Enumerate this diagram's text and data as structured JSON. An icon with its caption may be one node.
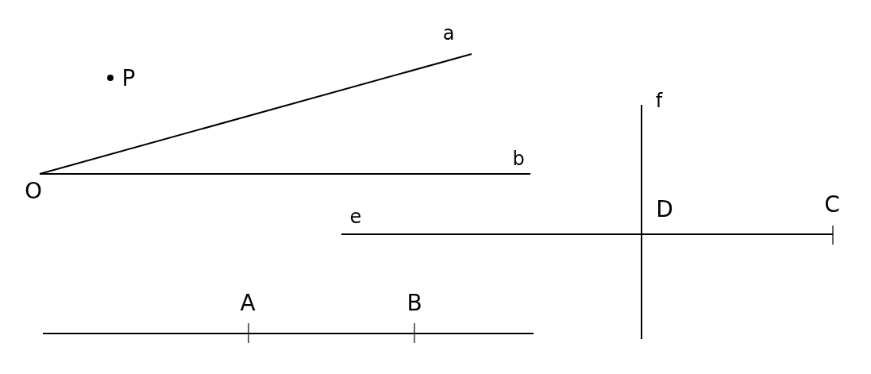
{
  "diagram": {
    "labels": [
      "a",
      "P",
      "f",
      "b",
      "O",
      "e",
      "D",
      "C",
      "A",
      "B"
    ]
  }
}
